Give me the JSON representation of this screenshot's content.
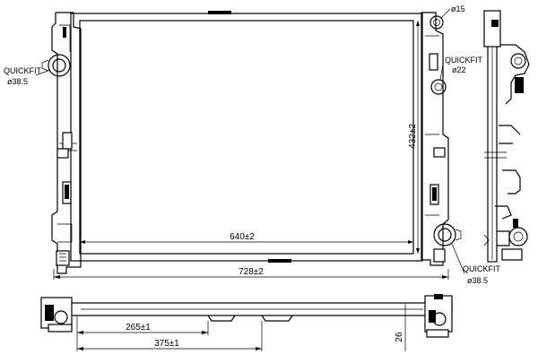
{
  "labels": {
    "quickfit_top_left": "QUICKFIT",
    "quickfit_top_left_size": "ø38.5",
    "quickfit_mid_right": "QUICKFIT",
    "quickfit_mid_right_size": "ø22",
    "quickfit_bottom_right": "QUICKFIT",
    "quickfit_bottom_right_size": "ø38.5",
    "port_top_right": "ø15"
  },
  "dimensions": {
    "core_width": "640±2",
    "core_height": "432±2",
    "overall_width": "728±2",
    "bracket_offset_1": "265±1",
    "bracket_offset_2": "375±1",
    "depth": "26"
  }
}
